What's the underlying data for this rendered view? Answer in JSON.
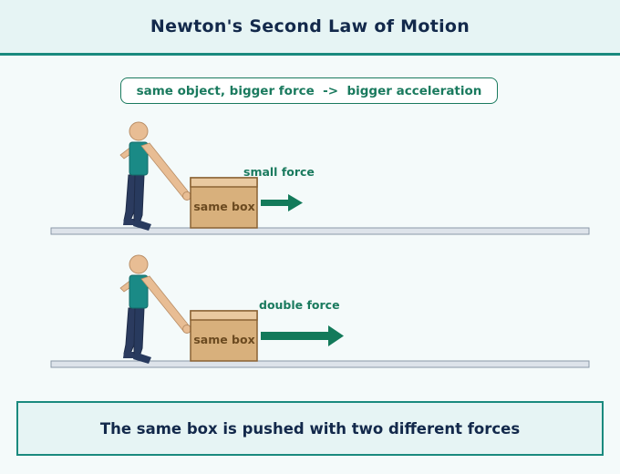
{
  "title": "Newton's Second Law of Motion",
  "tagline": "same object, bigger force  ->  bigger acceleration",
  "scenes": [
    {
      "box_label": "same box",
      "force_label": "small force",
      "force_level": "small"
    },
    {
      "box_label": "same box",
      "force_label": "double force",
      "force_level": "double"
    }
  ],
  "caption": "The same box is pushed with two different forces",
  "colors": {
    "accent": "#1a8a7e",
    "arrow": "#137a5a",
    "box": "#d8b07c",
    "box_border": "#8a6234",
    "text_dark": "#13294b",
    "skin": "#e8bd94",
    "shirt": "#1a8a86",
    "pants": "#283a5e"
  }
}
